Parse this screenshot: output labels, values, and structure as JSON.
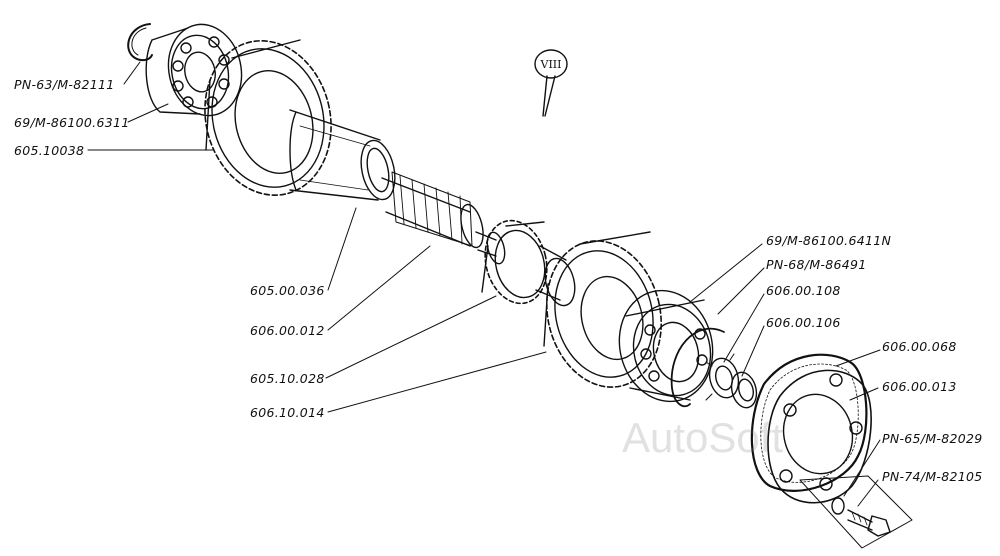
{
  "diagram": {
    "group_label": "VIII",
    "watermark": "AutoSoft",
    "parts": [
      {
        "id": "pn63",
        "label": "PN-63/M-82111"
      },
      {
        "id": "b6311",
        "label": "69/M-86100.6311"
      },
      {
        "id": "p605100138",
        "label": "605.10038"
      },
      {
        "id": "p60500036",
        "label": "605.00.036"
      },
      {
        "id": "p60600012",
        "label": "606.00.012"
      },
      {
        "id": "p60510028",
        "label": "605.10.028"
      },
      {
        "id": "p60610014",
        "label": "606.10.014"
      },
      {
        "id": "b6411n",
        "label": "69/M-86100.6411N"
      },
      {
        "id": "pn68",
        "label": "PN-68/M-86491"
      },
      {
        "id": "p60600108",
        "label": "606.00.108"
      },
      {
        "id": "p60600106",
        "label": "606.00.106"
      },
      {
        "id": "p60600068",
        "label": "606.00.068"
      },
      {
        "id": "p60600013",
        "label": "606.00.013"
      },
      {
        "id": "pn65",
        "label": "PN-65/M-82029"
      },
      {
        "id": "pn74",
        "label": "PN-74/M-82105"
      }
    ]
  }
}
